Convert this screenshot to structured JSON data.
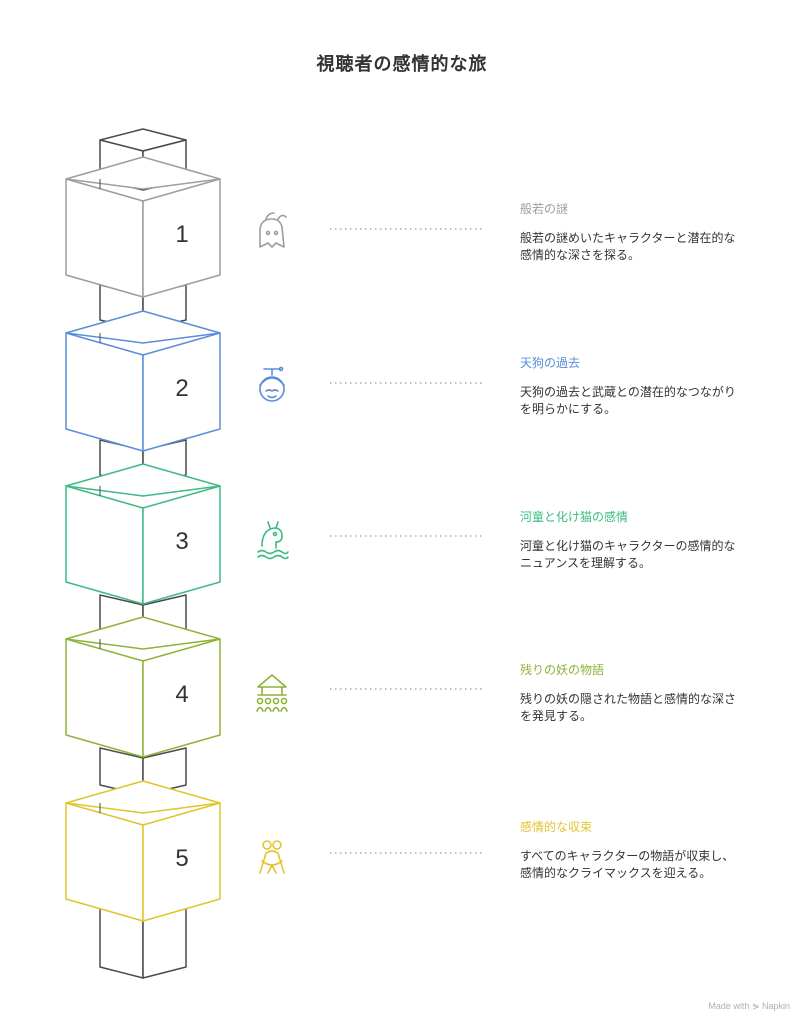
{
  "title": "視聴者の感情的な旅",
  "stages": [
    {
      "number": "1",
      "title": "般若の謎",
      "description": "般若の謎めいたキャラクターと潜在的な感情的な深さを探る。",
      "color": "#9e9e9e",
      "icon": "hannya-mask-icon"
    },
    {
      "number": "2",
      "title": "天狗の過去",
      "description": "天狗の過去と武蔵との潜在的なつながりを明らかにする。",
      "color": "#5b8dd9",
      "icon": "tengu-face-icon"
    },
    {
      "number": "3",
      "title": "河童と化け猫の感情",
      "description": "河童と化け猫のキャラクターの感情的なニュアンスを理解する。",
      "color": "#3dbb82",
      "icon": "kappa-water-icon"
    },
    {
      "number": "4",
      "title": "残りの妖の物語",
      "description": "残りの妖の隠された物語と感情的な深さを発見する。",
      "color": "#8fb339",
      "icon": "shrine-people-icon"
    },
    {
      "number": "5",
      "title": "感情的な収束",
      "description": "すべてのキャラクターの物語が収束し、感情的なクライマックスを迎える。",
      "color": "#e0c52d",
      "icon": "embrace-icon"
    }
  ],
  "watermark": "Made with ⋟ Napkin"
}
